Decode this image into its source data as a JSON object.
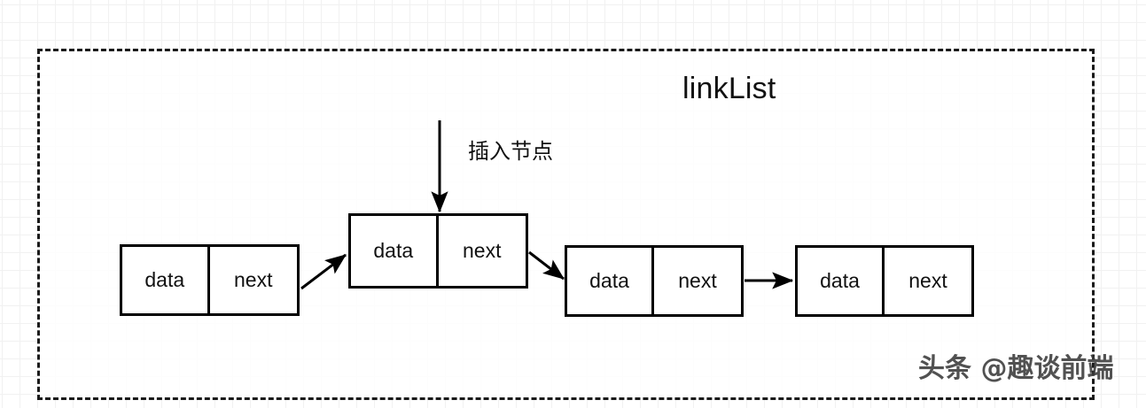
{
  "diagram": {
    "title": "linkList",
    "insert_label": "插入节点",
    "watermark": "头条 @趣谈前端",
    "colors": {
      "stroke": "#000000",
      "text": "#111111",
      "grid_minor": "#f1f1f1",
      "grid_major": "#e3e3e3",
      "container_border": "#1a1a1a",
      "background": "#ffffff"
    },
    "nodes": [
      {
        "id": "node-1",
        "data_label": "data",
        "next_label": "next"
      },
      {
        "id": "node-2",
        "data_label": "data",
        "next_label": "next"
      },
      {
        "id": "node-3",
        "data_label": "data",
        "next_label": "next"
      },
      {
        "id": "node-4",
        "data_label": "data",
        "next_label": "next"
      }
    ],
    "arrows": [
      {
        "name": "insert-arrow",
        "from": "insert-label",
        "to": "node-2",
        "direction": "down"
      },
      {
        "name": "node1-to-node2",
        "from": "node-1",
        "to": "node-2",
        "direction": "up-right"
      },
      {
        "name": "node2-to-node3",
        "from": "node-2",
        "to": "node-3",
        "direction": "down-right"
      },
      {
        "name": "node3-to-node4",
        "from": "node-3",
        "to": "node-4",
        "direction": "right"
      }
    ]
  }
}
